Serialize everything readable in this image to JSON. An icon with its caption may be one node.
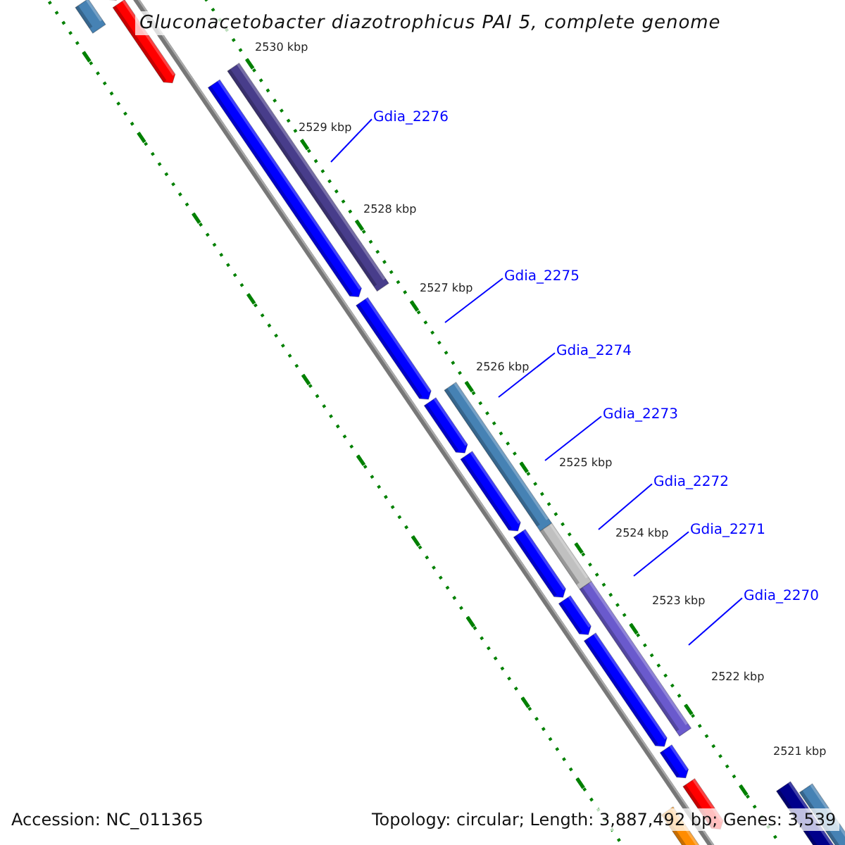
{
  "diagram": {
    "title": "Gluconacetobacter diazotrophicus PAI 5, complete genome",
    "nodes": [
      {
        "text": [
          "Gdia_2276"
        ]
      },
      {
        "text": [
          "Gdia_2275"
        ]
      },
      {
        "text": [
          "Gdia_2274"
        ]
      },
      {
        "text": [
          "Gdia_2273"
        ]
      },
      {
        "text": [
          "Gdia_2272"
        ]
      },
      {
        "text": [
          "Gdia_2271"
        ]
      },
      {
        "text": [
          "Gdia_2270"
        ]
      }
    ],
    "edges": [
      {
        "from": 0,
        "to": null,
        "arrow": "none"
      },
      {
        "from": 1,
        "to": null,
        "arrow": "none"
      },
      {
        "from": 2,
        "to": null,
        "arrow": "none"
      },
      {
        "from": 3,
        "to": null,
        "arrow": "none"
      },
      {
        "from": 4,
        "to": null,
        "arrow": "none"
      },
      {
        "from": 5,
        "to": null,
        "arrow": "none"
      },
      {
        "from": 6,
        "to": null,
        "arrow": "none"
      }
    ],
    "labels": [
      "2530 kbp",
      "2529 kbp",
      "2528 kbp",
      "2527 kbp",
      "2526 kbp",
      "2525 kbp",
      "2524 kbp",
      "2523 kbp",
      "2522 kbp",
      "2521 kbp",
      "Accession: NC_011365",
      "Topology: circular; Length: 3,887,492 bp; Genes: 3,539"
    ]
  }
}
